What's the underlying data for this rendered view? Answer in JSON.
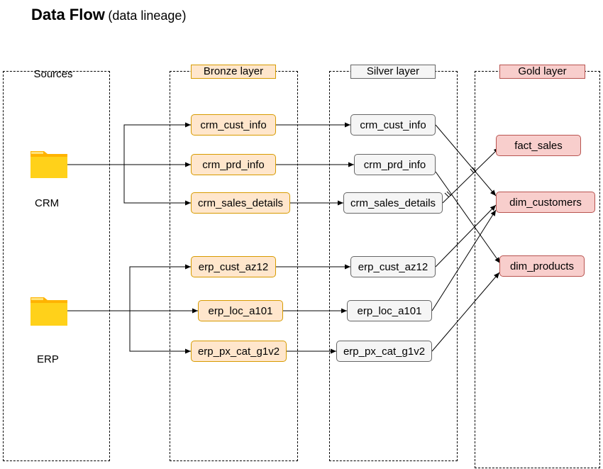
{
  "title": {
    "main": "Data Flow",
    "sub": "(data lineage)"
  },
  "lanes": {
    "sources": "Sources",
    "bronze": "Bronze layer",
    "silver": "Silver layer",
    "gold": "Gold layer"
  },
  "sources": {
    "crm": "CRM",
    "erp": "ERP"
  },
  "bronze": {
    "crm_cust_info": "crm_cust_info",
    "crm_prd_info": "crm_prd_info",
    "crm_sales_details": "crm_sales_details",
    "erp_cust_az12": "erp_cust_az12",
    "erp_loc_a101": "erp_loc_a101",
    "erp_px_cat_g1v2": "erp_px_cat_g1v2"
  },
  "silver": {
    "crm_cust_info": "crm_cust_info",
    "crm_prd_info": "crm_prd_info",
    "crm_sales_details": "crm_sales_details",
    "erp_cust_az12": "erp_cust_az12",
    "erp_loc_a101": "erp_loc_a101",
    "erp_px_cat_g1v2": "erp_px_cat_g1v2"
  },
  "gold": {
    "fact_sales": "fact_sales",
    "dim_customers": "dim_customers",
    "dim_products": "dim_products"
  },
  "colors": {
    "bronze_fill": "#ffe6cc",
    "bronze_stroke": "#d79b00",
    "silver_fill": "#f5f5f5",
    "silver_stroke": "#666666",
    "gold_fill": "#f8cecc",
    "gold_stroke": "#b85450",
    "folder": "#ffc20e"
  },
  "icons": {
    "crm": "folder-icon",
    "erp": "folder-icon"
  }
}
